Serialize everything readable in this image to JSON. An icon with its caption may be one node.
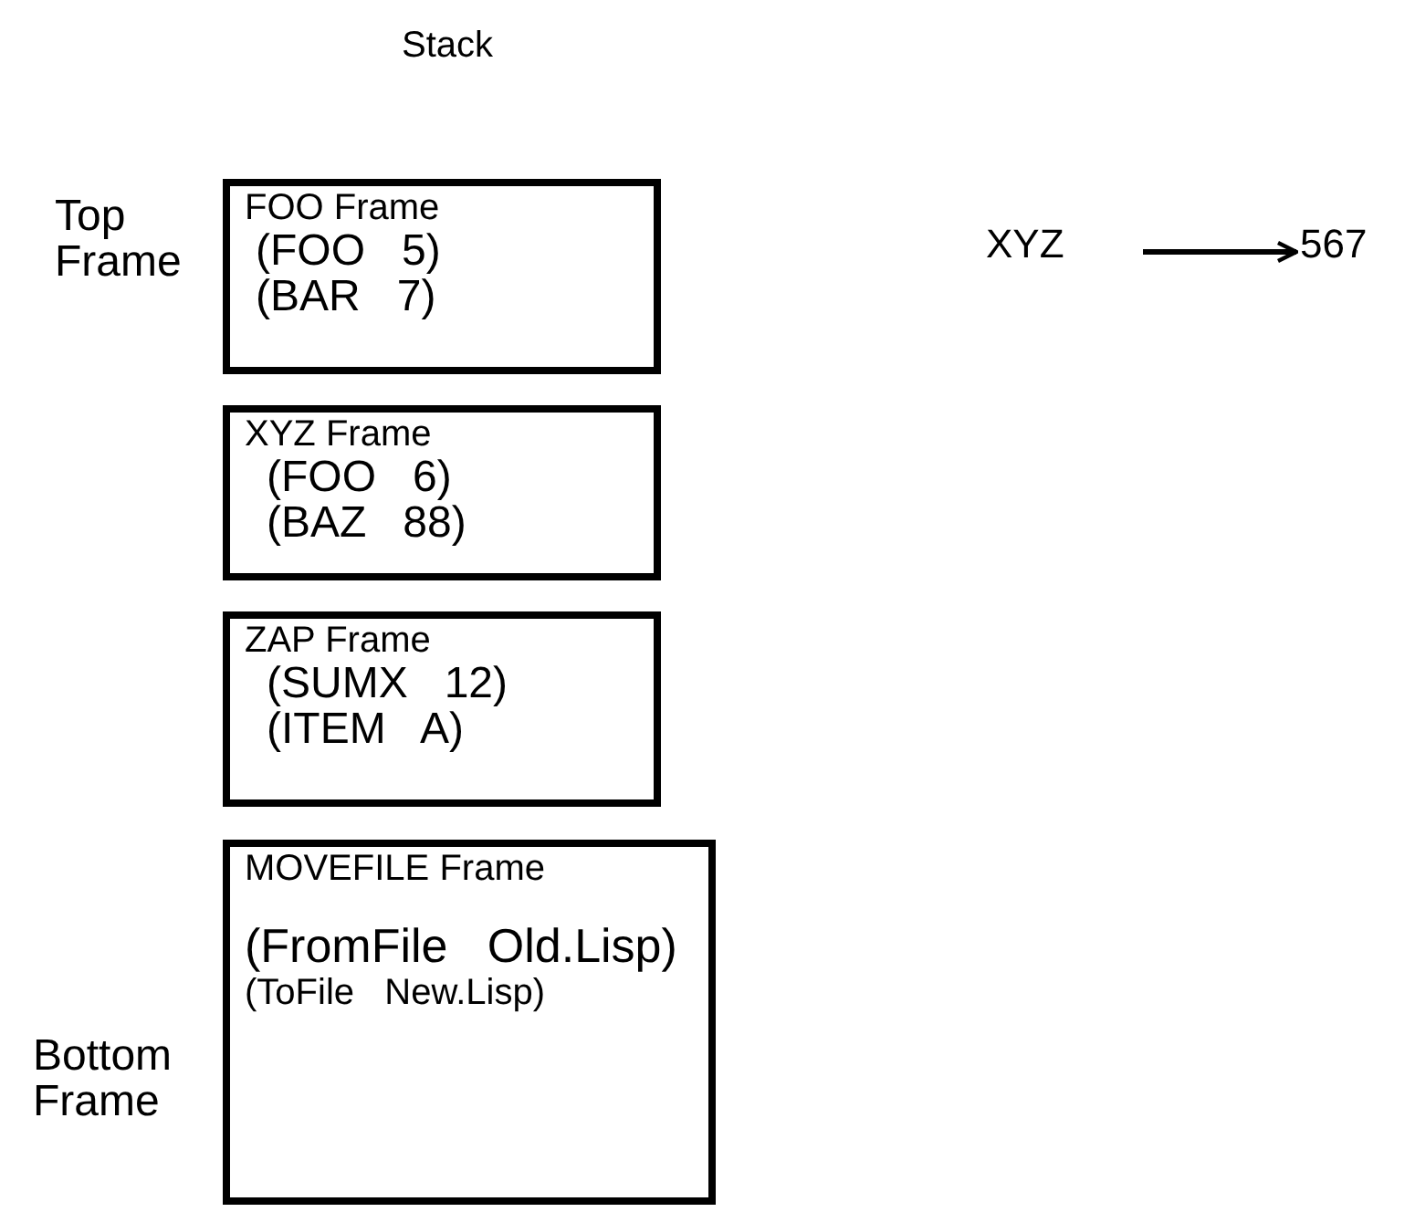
{
  "diagram": {
    "title": "Stack",
    "nodes": [
      {
        "text": [
          "FOO Frame",
          "(FOO   5)",
          "(BAR   7)"
        ],
        "beside": [
          "Top Frame"
        ]
      },
      {
        "text": [
          "XYZ Frame",
          "(FOO   6)",
          "(BAZ   88)"
        ]
      },
      {
        "text": [
          "ZAP Frame",
          "(SUMX   12)",
          "(ITEM   A)"
        ]
      },
      {
        "text": [
          "MOVEFILE Frame",
          "(FromFile   Old.Lisp)",
          "(ToFile   New.Lisp)"
        ],
        "beside": [
          "Bottom Frame"
        ]
      },
      {
        "text": [
          "XYZ"
        ]
      },
      {
        "text": [
          "567"
        ]
      }
    ],
    "edges": [
      {
        "from": 4,
        "to": 5,
        "arrow": "to"
      }
    ]
  }
}
